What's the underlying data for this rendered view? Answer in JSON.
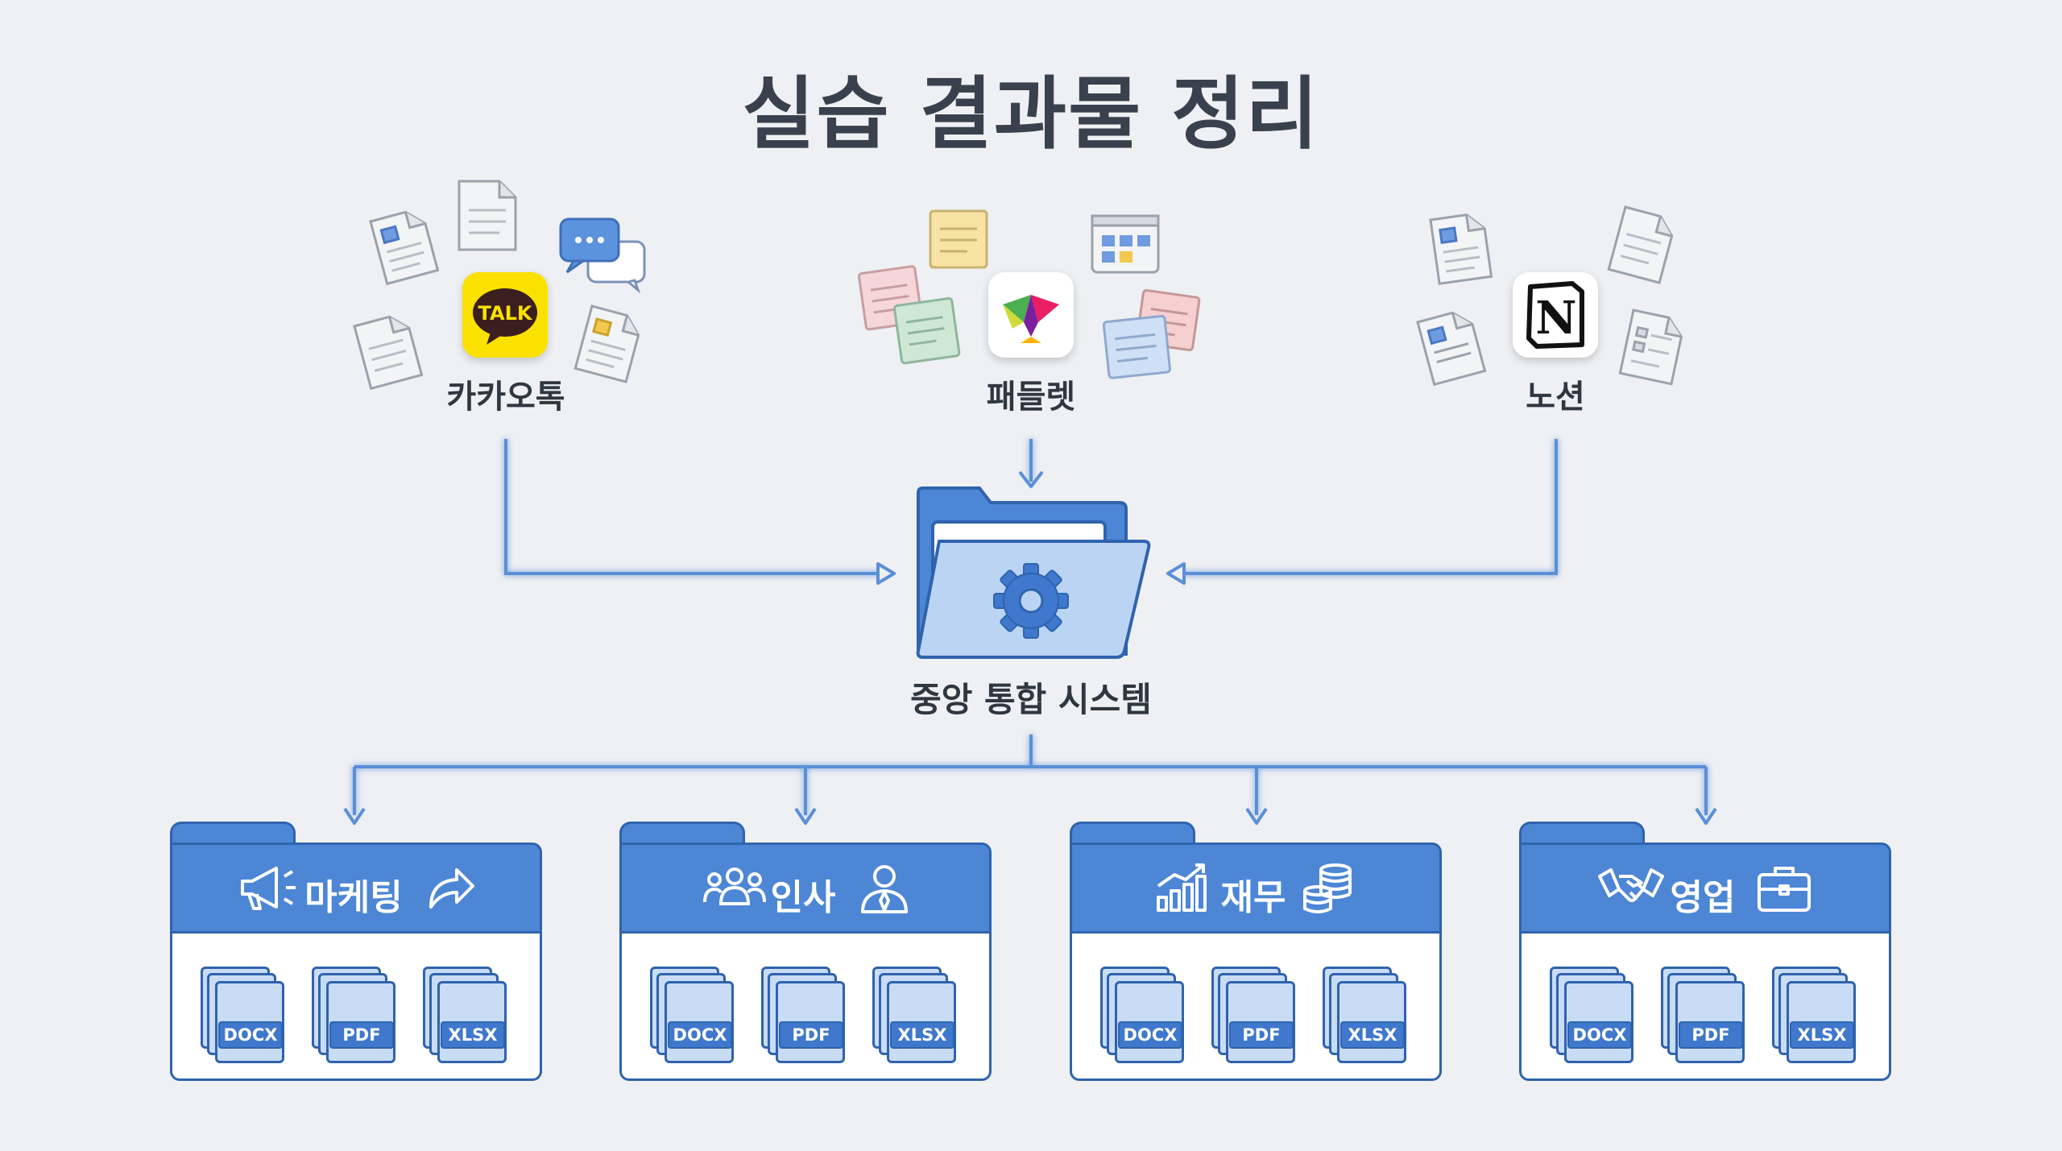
{
  "title": "실습 결과물 정리",
  "sources": [
    {
      "label": "카카오톡",
      "app_text": "TALK"
    },
    {
      "label": "패들렛"
    },
    {
      "label": "노션",
      "app_text": "N"
    }
  ],
  "center": {
    "label": "중앙 통합 시스템"
  },
  "departments": [
    {
      "name": "마케팅"
    },
    {
      "name": "인사"
    },
    {
      "name": "재무"
    },
    {
      "name": "영업"
    }
  ],
  "file_types": [
    "DOCX",
    "PDF",
    "XLSX"
  ],
  "colors": {
    "accent": "#4d86d5",
    "accent_dark": "#2f63ad",
    "line": "#5a8fd6",
    "kakao": "#fae100",
    "background": "#eef0f3"
  }
}
